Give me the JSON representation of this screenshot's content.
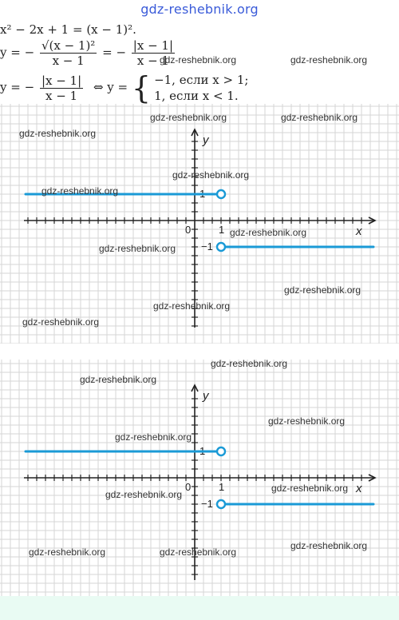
{
  "header": {
    "site_title": "gdz-reshebnik.org"
  },
  "formulas": {
    "line1": "x² − 2x + 1 = (x − 1)².",
    "line2": {
      "lhs": "y = −",
      "frac1_num": "√(x − 1)²",
      "frac1_den": "x − 1",
      "mid": "= −",
      "frac2_num": "|x − 1|",
      "frac2_den": "x − 1"
    },
    "line3": {
      "lhs": "y = −",
      "frac_num": "|x − 1|",
      "frac_den": "x − 1",
      "iff": "⇔  y =",
      "case1": "−1,  если x > 1;",
      "case2": "1,  если x < 1."
    }
  },
  "graphs": [
    {
      "axis_x_label": "x",
      "axis_y_label": "y",
      "origin_label": "0",
      "tick_one_label": "1",
      "y_plus_label": "1",
      "y_minus_label": "−1"
    },
    {
      "axis_x_label": "x",
      "axis_y_label": "y",
      "origin_label": "0",
      "tick_one_label": "1",
      "y_plus_label": "1",
      "y_minus_label": "−1"
    }
  ],
  "watermarks": [
    "gdz-reshebnik.org",
    "gdz-reshebnik.org",
    "gdz-reshebnik.org",
    "gdz-reshebnik.org",
    "gdz-reshebnik.org",
    "gdz-reshebnik.org",
    "gdz-reshebnik.org",
    "gdz-reshebnik.org",
    "gdz-reshebnik.org",
    "gdz-reshebnik.org",
    "gdz-reshebnik.org",
    "gdz-reshebnik.org",
    "gdz-reshebnik.org",
    "gdz-reshebnik.org",
    "gdz-reshebnik.org",
    "gdz-reshebnik.org",
    "gdz-reshebnik.org",
    "gdz-reshebnik.org",
    "gdz-reshebnik.org",
    "gdz-reshebnik.org",
    "gdz-reshebnik.org"
  ],
  "colors": {
    "plot_line": "#1a9ad6",
    "grid": "#d6d6d6",
    "axis": "#222222"
  }
}
